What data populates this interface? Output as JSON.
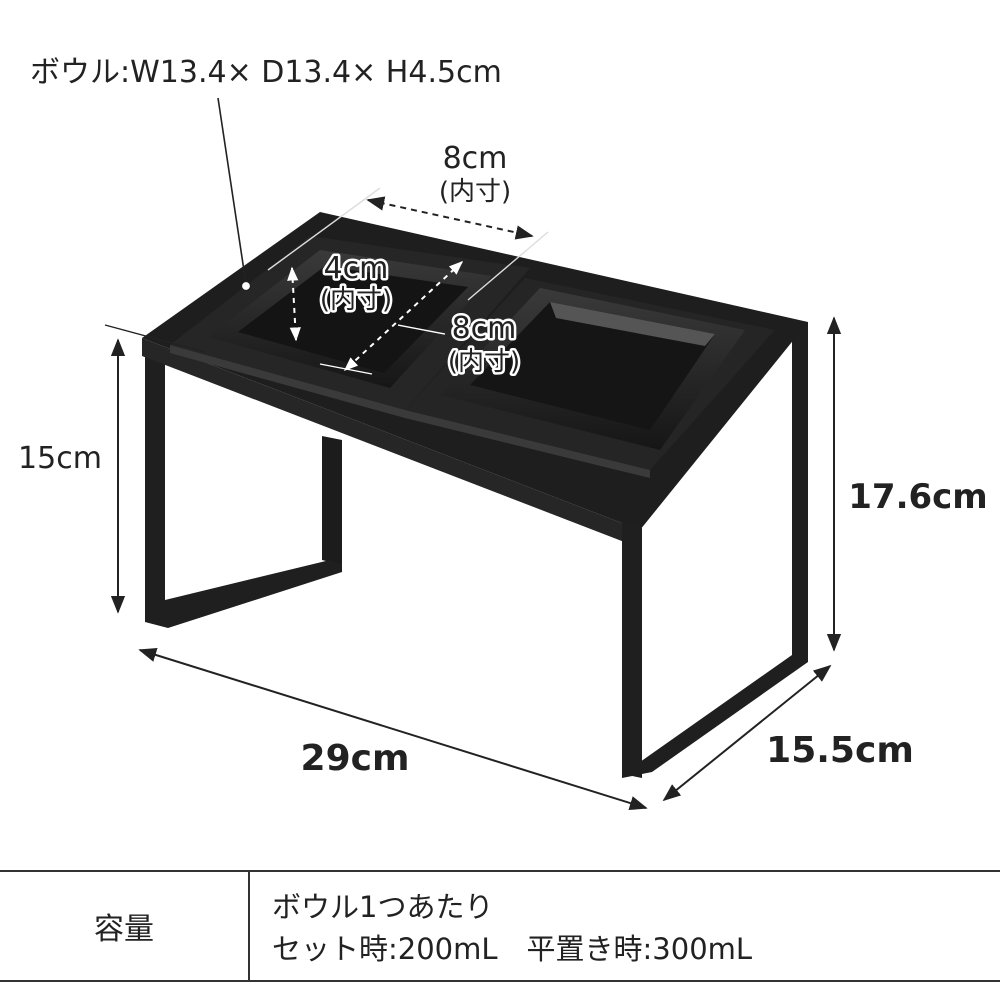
{
  "labels": {
    "bowl_size": "ボウル:W13.4× D13.4× H4.5cm",
    "inner_width_value": "8cm",
    "inner_width_note": "(内寸)",
    "inner_short_value": "4cm",
    "inner_short_note": "(内寸)",
    "inner_depth_value": "8cm",
    "inner_depth_note": "(内寸)",
    "height_inner": "15cm",
    "height_total": "17.6cm",
    "width": "29cm",
    "depth": "15.5cm"
  },
  "spec_table": {
    "header": "容量",
    "line1": "ボウル1つあたり",
    "line2": "セット時:200mL　平置き時:300mL"
  },
  "colors": {
    "product": "#1f1f1f",
    "bowl_inner": "#2c2c2c",
    "bowl_highlight": "#5a5a5a",
    "dimension_line": "#222222"
  }
}
